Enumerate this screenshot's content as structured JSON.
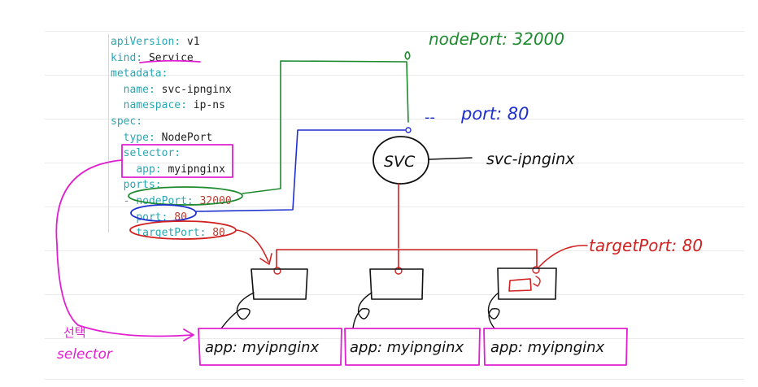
{
  "yaml": {
    "lines": [
      {
        "indent": "",
        "key": "apiVersion",
        "value": "v1"
      },
      {
        "indent": "",
        "key": "kind",
        "value": "Service"
      },
      {
        "indent": "",
        "key": "metadata",
        "value": ""
      },
      {
        "indent": "  ",
        "key": "name",
        "value": "svc-ipnginx"
      },
      {
        "indent": "  ",
        "key": "namespace",
        "value": "ip-ns"
      },
      {
        "indent": "",
        "key": "spec",
        "value": ""
      },
      {
        "indent": "  ",
        "key": "type",
        "value": "NodePort"
      },
      {
        "indent": "  ",
        "key": "selector",
        "value": ""
      },
      {
        "indent": "    ",
        "key": "app",
        "value": "myipnginx"
      },
      {
        "indent": "  ",
        "key": "ports",
        "value": ""
      },
      {
        "indent": "  - ",
        "key": "nodePort",
        "value": "32000",
        "numeric": true
      },
      {
        "indent": "    ",
        "key": "port",
        "value": "80",
        "numeric": true
      },
      {
        "indent": "    ",
        "key": "targetPort",
        "value": "80",
        "numeric": true
      }
    ]
  },
  "annotations": {
    "node_port": "nodePort: 32000",
    "port": "port: 80",
    "svc_circle": "SVC",
    "svc_name": "svc-ipnginx",
    "target_port": "targetPort: 80",
    "selector_korean": "선택",
    "selector_label": "selector",
    "dash": "--"
  },
  "pods": [
    {
      "label": "app: myipnginx"
    },
    {
      "label": "app: myipnginx"
    },
    {
      "label": "app: myipnginx"
    }
  ],
  "colors": {
    "green": "#1e8a2e",
    "blue": "#1e2fd0",
    "red": "#d22020",
    "magenta": "#e01fd0",
    "black": "#111111",
    "yaml_key": "#2aa6b3",
    "yaml_number": "#c0392b"
  }
}
